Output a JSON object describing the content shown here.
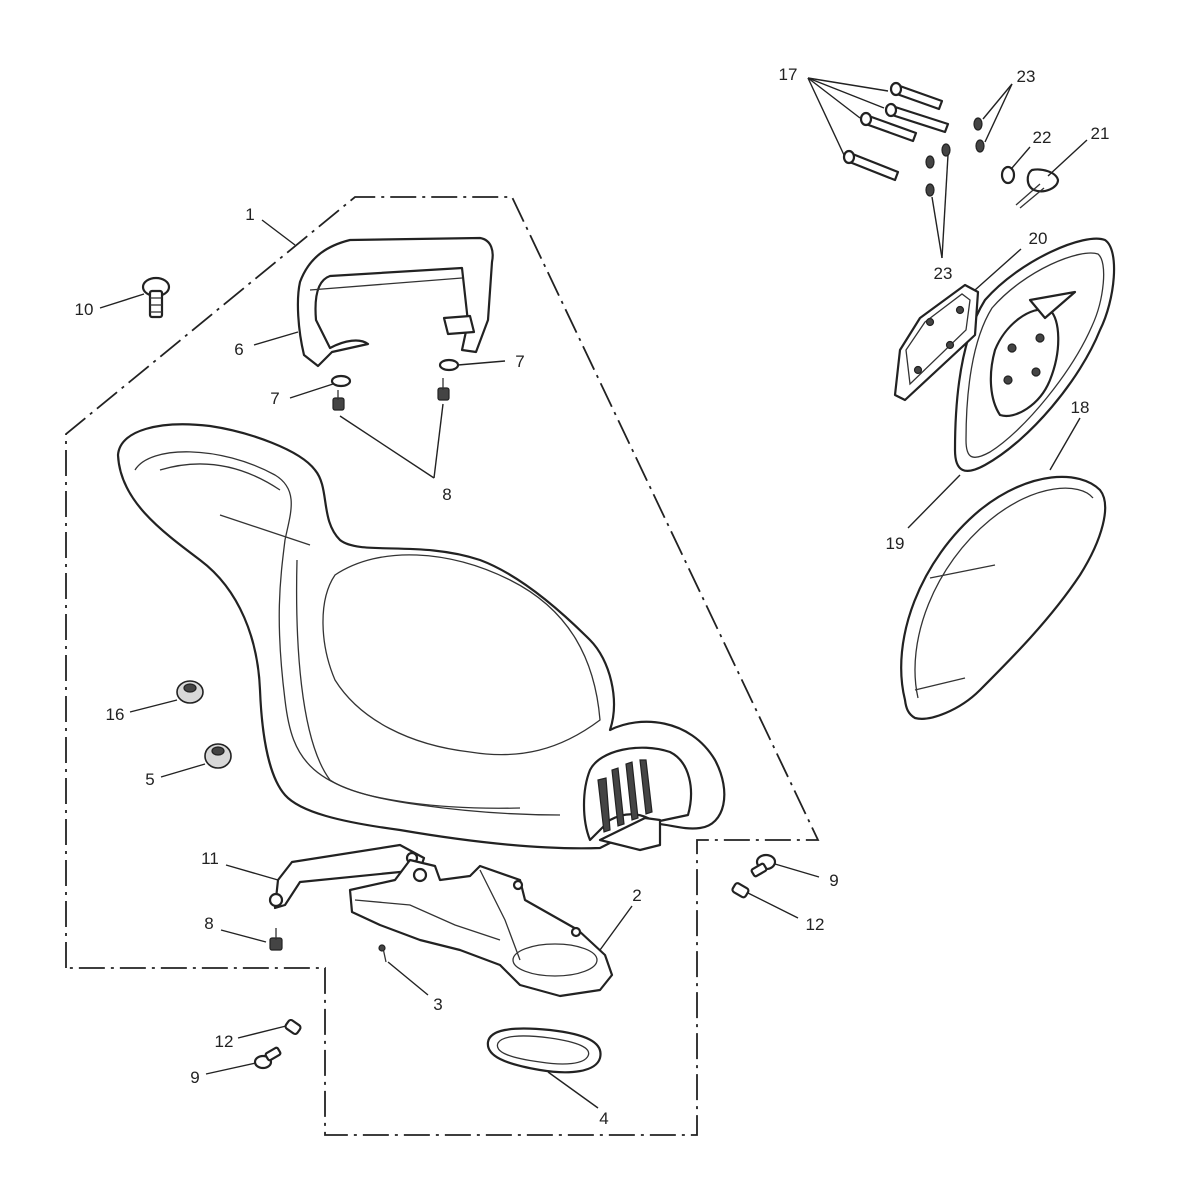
{
  "callouts": {
    "c1": "1",
    "c2": "2",
    "c3": "3",
    "c4": "4",
    "c5": "5",
    "c6": "6",
    "c7a": "7",
    "c7b": "7",
    "c8a": "8",
    "c8b": "8",
    "c9a": "9",
    "c9b": "9",
    "c10": "10",
    "c11": "11",
    "c12a": "12",
    "c12b": "12",
    "c16": "16",
    "c17": "17",
    "c18": "18",
    "c19": "19",
    "c20": "20",
    "c21": "21",
    "c22": "22",
    "c23a": "23",
    "c23b": "23"
  }
}
